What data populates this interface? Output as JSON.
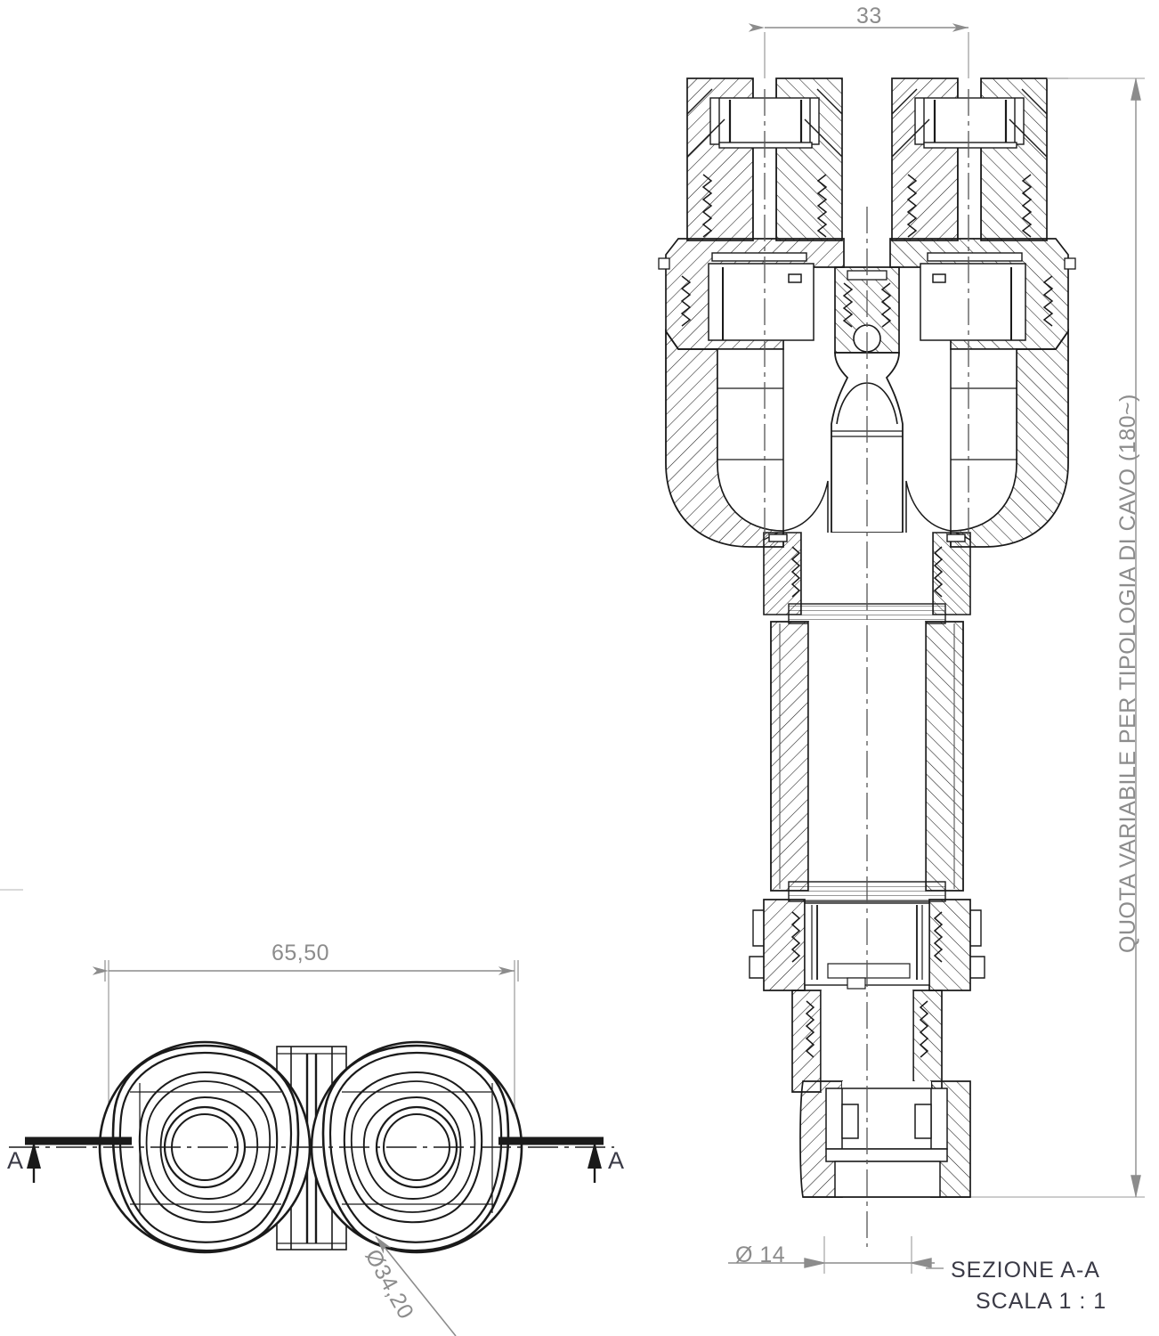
{
  "drawing": {
    "type": "mechanical-engineering-cross-section",
    "sheet_background": "#ffffff",
    "dimension_color": "#8c8c8c",
    "line_color": "#1a1a1a",
    "label_color": "#3a3a46"
  },
  "views": {
    "section_view": {
      "title": "SEZIONE A-A",
      "scale": "SCALA 1 : 1",
      "description": "Y-splitter cable gland assembly, sectioned"
    },
    "front_view": {
      "description": "End view showing two overlapping hex cap nut profiles"
    }
  },
  "dimensions": {
    "horizontal_pitch": "33",
    "overall_width": "65,50",
    "bottom_diameter": "Ø 14",
    "nut_diameter": "Ø34,20",
    "variable_length_note": "QUOTA VARIABILE PER TIPOLOGIA DI CAVO (180~)"
  },
  "section_markers": {
    "left": "A",
    "right": "A"
  }
}
